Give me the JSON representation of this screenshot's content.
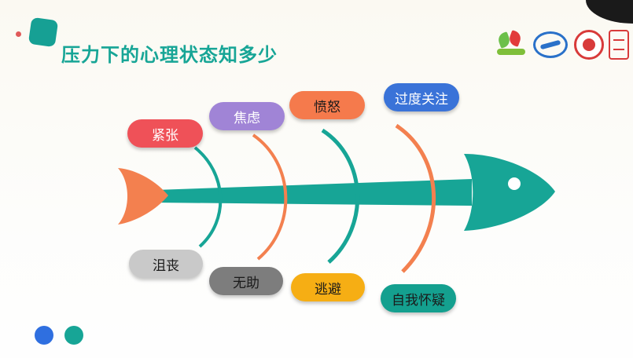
{
  "title": "压力下的心理状态知多少",
  "colors": {
    "teal": "#17a596",
    "orange": "#f3804f"
  },
  "emotions_top": [
    {
      "label": "紧张",
      "color": "#ef5158",
      "text_color": "#ffffff"
    },
    {
      "label": "焦虑",
      "color": "#a084d6",
      "text_color": "#ffffff"
    },
    {
      "label": "愤怒",
      "color": "#f57a4c",
      "text_color": "#1a1a1a"
    },
    {
      "label": "过度关注",
      "color": "#3a73d8",
      "text_color": "#ffffff"
    }
  ],
  "emotions_bottom": [
    {
      "label": "沮丧",
      "color": "#c9c9c9",
      "text_color": "#1a1a1a"
    },
    {
      "label": "无助",
      "color": "#7d7d7d",
      "text_color": "#1a1a1a"
    },
    {
      "label": "逃避",
      "color": "#f6ae14",
      "text_color": "#1a1a1a"
    },
    {
      "label": "自我怀疑",
      "color": "#14a08f",
      "text_color": "#1a1a1a"
    }
  ],
  "decor_dots": [
    "#2f6fe0",
    "#17a596"
  ]
}
